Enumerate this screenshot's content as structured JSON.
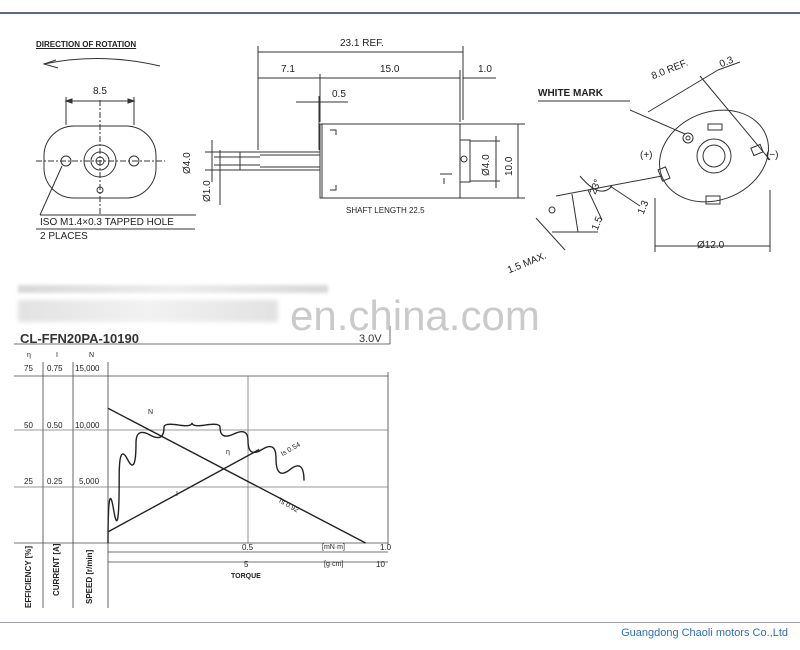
{
  "drawing": {
    "direction_label": "DIRECTION OF ROTATION",
    "dim_8_5": "8.5",
    "tapped_hole": "ISO M1.4×0.3 TAPPED HOLE",
    "places": "2 PLACES",
    "dim_23_1": "23.1 REF.",
    "dim_7_1": "7.1",
    "dim_15": "15.0",
    "dim_1_0": "1.0",
    "dim_0_5": "0.5",
    "dim_d4_left": "Ø4.0",
    "dim_d1": "Ø1.0",
    "dim_d4_right": "Ø4.0",
    "dim_10": "10.0",
    "shaft_length": "SHAFT LENGTH  22.5",
    "white_mark": "WHITE MARK",
    "dim_8_0": "8.0 REF.",
    "dim_0_3": "0.3",
    "plus": "(+)",
    "minus": "(−)",
    "dim_23deg": "23°",
    "dim_1_5": "1.5",
    "dim_1_3": "1.3",
    "dim_1_5max": "1.5 MAX.",
    "dim_d12": "Ø12.0"
  },
  "watermark": "en.china.com",
  "model": "CL-FFN20PA-10190",
  "voltage": "3.0V",
  "company": "Guangdong Chaoli motors Co.,Ltd",
  "chart_data": {
    "type": "line",
    "xlabel": "TORQUE",
    "x_units": [
      "[mN·m]",
      "[g·cm]"
    ],
    "x_ticks_mNm": [
      "0.5",
      "1.0"
    ],
    "x_ticks_gcm": [
      "5",
      "10"
    ],
    "y_axes": [
      {
        "symbol": "η",
        "label": "EFFICIENCY [%]",
        "ticks": [
          "25",
          "50",
          "75"
        ]
      },
      {
        "symbol": "I",
        "label": "CURRENT [A]",
        "ticks": [
          "0.25",
          "0.50",
          "0.75"
        ]
      },
      {
        "symbol": "N",
        "label": "SPEED [r/min]",
        "ticks": [
          "5,000",
          "10,000",
          "15,000"
        ]
      }
    ],
    "series": [
      {
        "name": "N",
        "x": [
          0,
          0.92
        ],
        "y": [
          12100,
          0
        ]
      },
      {
        "name": "I",
        "x": [
          0,
          0.54
        ],
        "y": [
          0.05,
          0.42
        ]
      },
      {
        "name": "η",
        "x": [
          0,
          0.04,
          0.1,
          0.2,
          0.3,
          0.4,
          0.5,
          0.6,
          0.7
        ],
        "y": [
          0,
          30,
          45,
          52,
          54,
          52,
          46,
          38,
          28
        ]
      }
    ],
    "annotations": [
      "Is 0.54",
      "Ts 0.92"
    ],
    "xlim_mNm": [
      0,
      1.0
    ],
    "speed_lim": [
      0,
      15000
    ],
    "current_lim": [
      0,
      0.75
    ],
    "efficiency_lim": [
      0,
      75
    ],
    "grid": true
  }
}
